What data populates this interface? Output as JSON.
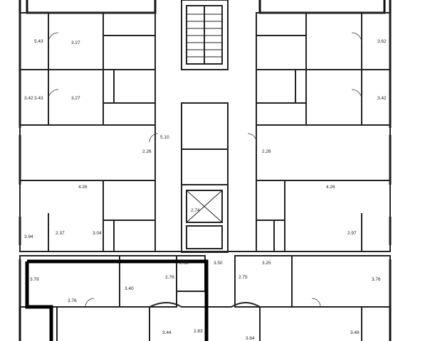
{
  "plan": {
    "room_labels": [
      {
        "text": "5.43"
      },
      {
        "text": "3.27"
      },
      {
        "text": "3.43"
      },
      {
        "text": "3.27"
      },
      {
        "text": "3.62"
      },
      {
        "text": "3.42"
      },
      {
        "text": "3.42"
      },
      {
        "text": "2.26"
      },
      {
        "text": "2.26"
      },
      {
        "text": "4.26"
      },
      {
        "text": "4.26"
      },
      {
        "text": "2.37"
      },
      {
        "text": "2.97"
      },
      {
        "text": "3.04"
      },
      {
        "text": "3.94"
      },
      {
        "text": "3.79"
      },
      {
        "text": "3.76"
      },
      {
        "text": "3.76"
      },
      {
        "text": "2.93"
      },
      {
        "text": "3.40"
      },
      {
        "text": "2.76"
      },
      {
        "text": "2.74"
      },
      {
        "text": "3.50"
      },
      {
        "text": "2.75"
      },
      {
        "text": "3.25"
      },
      {
        "text": "5.10"
      },
      {
        "text": "3.44"
      },
      {
        "text": "3.48"
      },
      {
        "text": "2.83"
      },
      {
        "text": "3.64"
      }
    ]
  }
}
